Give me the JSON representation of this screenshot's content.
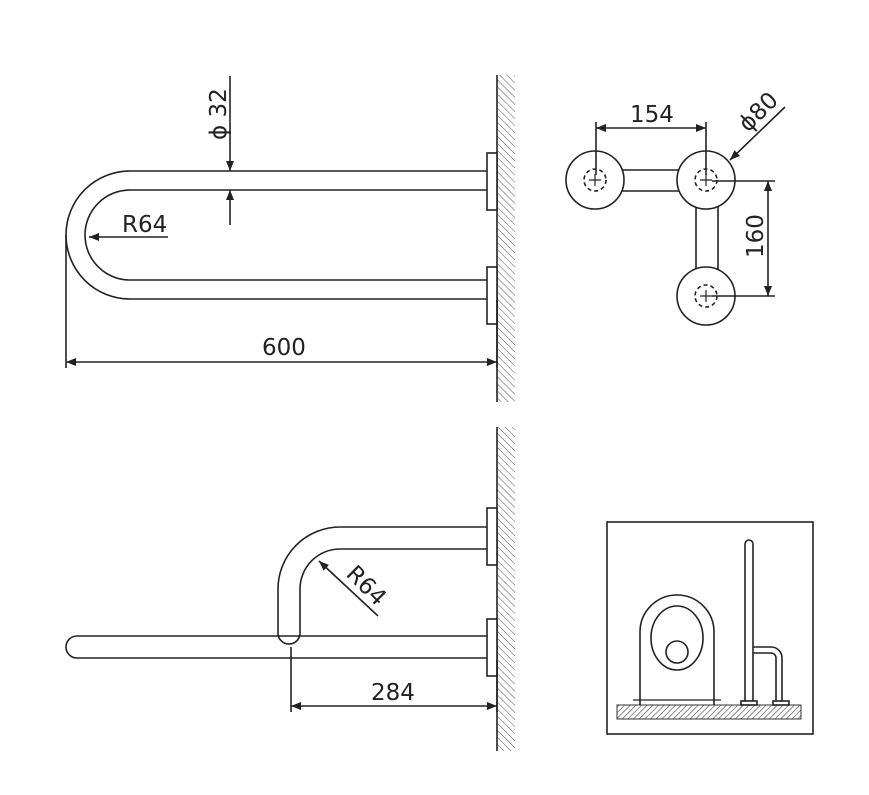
{
  "colors": {
    "line": "#222222",
    "hatch": "#555555",
    "background": "#ffffff",
    "floor": "#555555"
  },
  "top_view": {
    "pipe_diameter": "ϕ 32",
    "bend_radius": "R64",
    "overall_length": "600"
  },
  "flange_view": {
    "horizontal_spacing": "154",
    "flange_diameter": "ϕ80",
    "vertical_spacing": "160"
  },
  "side_view": {
    "bend_radius": "R64",
    "swing_length": "284"
  },
  "usage_illustration": {
    "icon": "toilet-with-grab-bar-icon"
  }
}
